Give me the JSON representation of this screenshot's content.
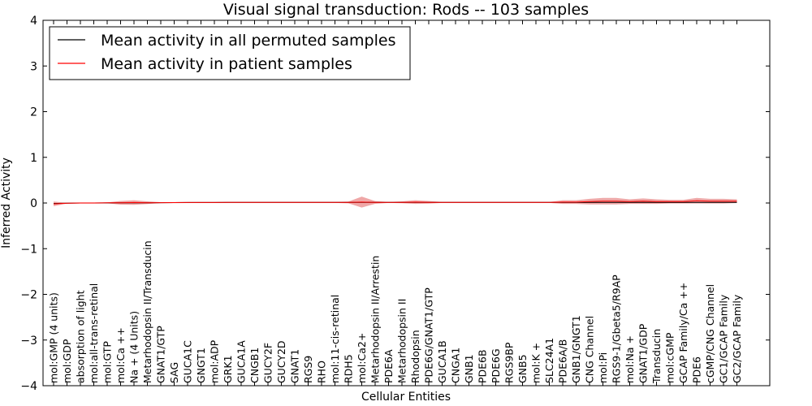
{
  "chart_data": {
    "type": "line",
    "title": "Visual signal transduction: Rods -- 103 samples",
    "xlabel": "Cellular Entities",
    "ylabel": "Inferred Activity",
    "ylim": [
      -4,
      4
    ],
    "yticks": [
      "−4",
      "−3",
      "−2",
      "−1",
      "0",
      "1",
      "2",
      "3",
      "4"
    ],
    "grid": false,
    "legend_position": "top-left",
    "categories": [
      "mol:GMP (4 units)",
      "mol:GDP",
      "absorption of light",
      "mol:all-trans-retinal",
      "mol:GTP",
      "mol:Ca ++",
      "Na + (4 Units)",
      "Metarhodopsin II/Transducin",
      "GNAT1/GTP",
      "SAG",
      "GUCA1C",
      "GNGT1",
      "mol:ADP",
      "GRK1",
      "GUCA1A",
      "CNGB1",
      "GUCY2F",
      "GUCY2D",
      "GNAT1",
      "RGS9",
      "RHO",
      "mol:11-cis-retinal",
      "RDH5",
      "mol:Ca2+",
      "Metarhodopsin II/Arrestin",
      "PDE6A",
      "Metarhodopsin II",
      "Rhodopsin",
      "PDE6G/GNAT1/GTP",
      "GUCA1B",
      "CNGA1",
      "GNB1",
      "PDE6B",
      "PDE6G",
      "RGS9BP",
      "GNB5",
      "mol:K +",
      "SLC24A1",
      "PDE6A/B",
      "GNB1/GNGT1",
      "CNG Channel",
      "mol:Pi",
      "RGS9-1/Gbeta5/R9AP",
      "mol:Na +",
      "GNAT1/GDP",
      "Transducin",
      "mol:cGMP",
      "GCAP Family/Ca ++",
      "PDE6",
      "cGMP/CNG Channel",
      "GC1/GCAP Family",
      "GC2/GCAP Family"
    ],
    "series": [
      {
        "name": "Mean activity in all permuted samples",
        "color": "#000000",
        "values": [
          -0.01,
          -0.005,
          0,
          0,
          0.002,
          0.004,
          0.004,
          0.006,
          0.008,
          0.009,
          0.01,
          0.011,
          0.011,
          0.012,
          0.012,
          0.012,
          0.012,
          0.012,
          0.012,
          0.012,
          0.012,
          0.012,
          0.012,
          0.012,
          0.012,
          0.012,
          0.012,
          0.012,
          0.012,
          0.012,
          0.012,
          0.012,
          0.012,
          0.012,
          0.012,
          0.012,
          0.012,
          0.012,
          0.012,
          0.012,
          0.012,
          0.012,
          0.012,
          0.012,
          0.012,
          0.012,
          0.012,
          0.012,
          0.012,
          0.012,
          0.012,
          0.012
        ],
        "band": [
          0.01,
          0.01,
          0.01,
          0.01,
          0.01,
          0.02,
          0.02,
          0.02,
          0.01,
          0.01,
          0.01,
          0.01,
          0.01,
          0.01,
          0.01,
          0.01,
          0.01,
          0.01,
          0.01,
          0.01,
          0.01,
          0.01,
          0.01,
          0.01,
          0.01,
          0.01,
          0.01,
          0.01,
          0.01,
          0.01,
          0.01,
          0.01,
          0.01,
          0.01,
          0.01,
          0.01,
          0.01,
          0.01,
          0.01,
          0.01,
          0.01,
          0.01,
          0.01,
          0.01,
          0.01,
          0.01,
          0.01,
          0.01,
          0.01,
          0.01,
          0.01,
          0.01
        ]
      },
      {
        "name": "Mean activity in patient samples",
        "color": "#ff0000",
        "values": [
          -0.02,
          -0.005,
          0,
          0,
          0.003,
          0.005,
          0.01,
          0.006,
          0.008,
          0.009,
          0.01,
          0.011,
          0.011,
          0.012,
          0.012,
          0.012,
          0.012,
          0.012,
          0.012,
          0.012,
          0.012,
          0.012,
          0.012,
          0.02,
          0.012,
          0.012,
          0.015,
          0.02,
          0.015,
          0.012,
          0.012,
          0.012,
          0.012,
          0.012,
          0.012,
          0.012,
          0.012,
          0.012,
          0.02,
          0.02,
          0.03,
          0.04,
          0.04,
          0.03,
          0.04,
          0.03,
          0.03,
          0.03,
          0.05,
          0.04,
          0.04,
          0.04
        ],
        "band": [
          0.05,
          0.01,
          0.01,
          0.01,
          0.01,
          0.04,
          0.05,
          0.03,
          0.01,
          0.01,
          0.01,
          0.01,
          0.01,
          0.01,
          0.01,
          0.01,
          0.01,
          0.01,
          0.01,
          0.01,
          0.01,
          0.01,
          0.02,
          0.12,
          0.03,
          0.01,
          0.02,
          0.04,
          0.03,
          0.01,
          0.01,
          0.01,
          0.01,
          0.01,
          0.01,
          0.01,
          0.01,
          0.01,
          0.04,
          0.04,
          0.06,
          0.07,
          0.07,
          0.05,
          0.06,
          0.05,
          0.04,
          0.04,
          0.06,
          0.05,
          0.05,
          0.04
        ]
      }
    ]
  }
}
